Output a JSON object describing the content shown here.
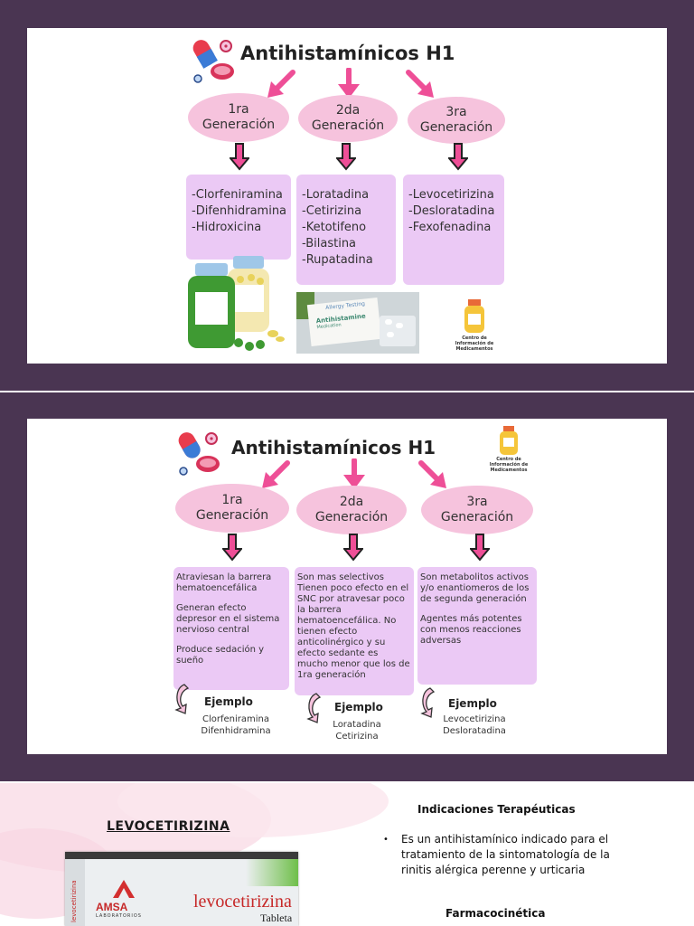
{
  "slide1": {
    "title": "Antihistamínicos H1",
    "generations": [
      {
        "label_line1": "1ra",
        "label_line2": "Generación",
        "drugs": [
          "-Clorfeniramina",
          "-Difenhidramina",
          "-Hidroxicina"
        ]
      },
      {
        "label_line1": "2da",
        "label_line2": "Generación",
        "drugs": [
          "-Loratadina",
          "-Cetirizina",
          "-Ketotifeno",
          "-Bilastina",
          "-Rupatadina"
        ]
      },
      {
        "label_line1": "3ra",
        "label_line2": "Generación",
        "drugs": [
          "-Levocetirizina",
          "-Desloratadina",
          "-Fexofenadina"
        ]
      }
    ],
    "box_text": [
      "Allergy Testing",
      "Antihistamine",
      "Medication"
    ],
    "logo_text": [
      "Centro de",
      "Información de",
      "Medicamentos"
    ]
  },
  "slide2": {
    "title": "Antihistamínicos H1",
    "logo_text": [
      "Centro de",
      "Información de",
      "Medicamentos"
    ],
    "generations": [
      {
        "label_line1": "1ra",
        "label_line2": "Generación",
        "paragraphs": [
          "Atraviesan la barrera hematoencefálica",
          "Generan efecto depresor en el sistema nervioso central",
          "Produce sedación y sueño"
        ],
        "example_title": "Ejemplo",
        "examples": [
          "Clorfeniramina",
          "Difenhidramina"
        ]
      },
      {
        "label_line1": "2da",
        "label_line2": "Generación",
        "paragraphs": [
          "Son mas selectivos Tienen poco efecto en el SNC por atravesar poco la barrera hematoencefálica. No tienen efecto anticolinérgico y su efecto sedante es mucho menor que los de 1ra generación"
        ],
        "example_title": "Ejemplo",
        "examples": [
          "Loratadina",
          "Cetirizina"
        ]
      },
      {
        "label_line1": "3ra",
        "label_line2": "Generación",
        "paragraphs": [
          "Son metabolitos activos y/o enantiomeros de los de segunda generación",
          "Agentes más potentes con menos reacciones adversas"
        ],
        "example_title": "Ejemplo",
        "examples": [
          "Levocetirizina",
          "Desloratadina"
        ]
      }
    ]
  },
  "slide3": {
    "drug_title": "LEVOCETIRIZINA",
    "indications_heading": "Indicaciones Terapéuticas",
    "indications_bullet": "Es un antihistamínico indicado para el tratamiento de la sintomatología de la rinitis alérgica perenne y urticaria",
    "pharmacokinetics_heading": "Farmacocinética",
    "package": {
      "brand": "AMSA",
      "brand_sub": "LABORATORIOS",
      "product": "levocetirizina",
      "form": "Tableta",
      "side_text": "levocetirizina"
    }
  },
  "colors": {
    "band": "#4a3552",
    "ellipse": "#f6c3dd",
    "box": "#ebc9f5",
    "arrow": "#ee4f97"
  }
}
